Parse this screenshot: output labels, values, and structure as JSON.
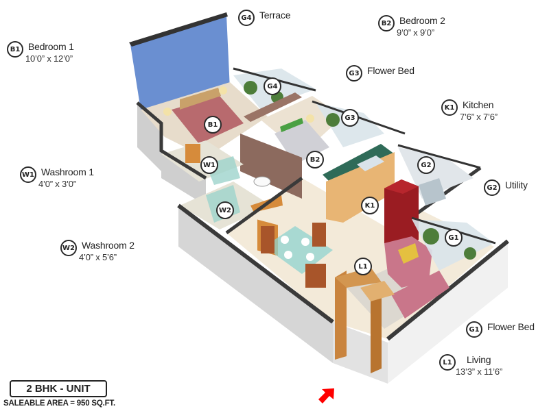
{
  "unit": {
    "title": "2 BHK - UNIT",
    "saleable_area": "SALEABLE AREA = 950 SQ.FT."
  },
  "legend": [
    {
      "code": "B1",
      "name": "Bedroom 1",
      "dimensions": "10’0” x 12’0”"
    },
    {
      "code": "G4",
      "name": "Terrace",
      "dimensions": ""
    },
    {
      "code": "B2",
      "name": "Bedroom 2",
      "dimensions": "9’0” x 9’0”"
    },
    {
      "code": "G3",
      "name": "Flower Bed",
      "dimensions": ""
    },
    {
      "code": "K1",
      "name": "Kitchen",
      "dimensions": "7’6” x 7’6”"
    },
    {
      "code": "W1",
      "name": "Washroom 1",
      "dimensions": "4’0” x 3’0”"
    },
    {
      "code": "G2",
      "name": "Utility",
      "dimensions": ""
    },
    {
      "code": "W2",
      "name": "Washroom 2",
      "dimensions": "4’0” x 5’6”"
    },
    {
      "code": "G1",
      "name": "Flower Bed",
      "dimensions": ""
    },
    {
      "code": "L1",
      "name": "Living",
      "dimensions": "13’3” x 11’6”"
    }
  ],
  "plan_markers": [
    {
      "code": "G4"
    },
    {
      "code": "B1"
    },
    {
      "code": "G3"
    },
    {
      "code": "B2"
    },
    {
      "code": "W1"
    },
    {
      "code": "G2"
    },
    {
      "code": "K1"
    },
    {
      "code": "W2"
    },
    {
      "code": "G1"
    },
    {
      "code": "L1"
    }
  ],
  "entrance_arrow": {
    "color": "#ff0000",
    "icon": "entrance-arrow-icon"
  },
  "colors": {
    "wall_top": "#3a3a3a",
    "wall_side": "#d9d9d9",
    "accent_wall": "#6a8fd1",
    "floor": "#f3ead9",
    "wood": "#c9843e",
    "bed_b1": "#b86a6e",
    "fridge": "#9a1c22",
    "sofa": "#c9768a"
  }
}
